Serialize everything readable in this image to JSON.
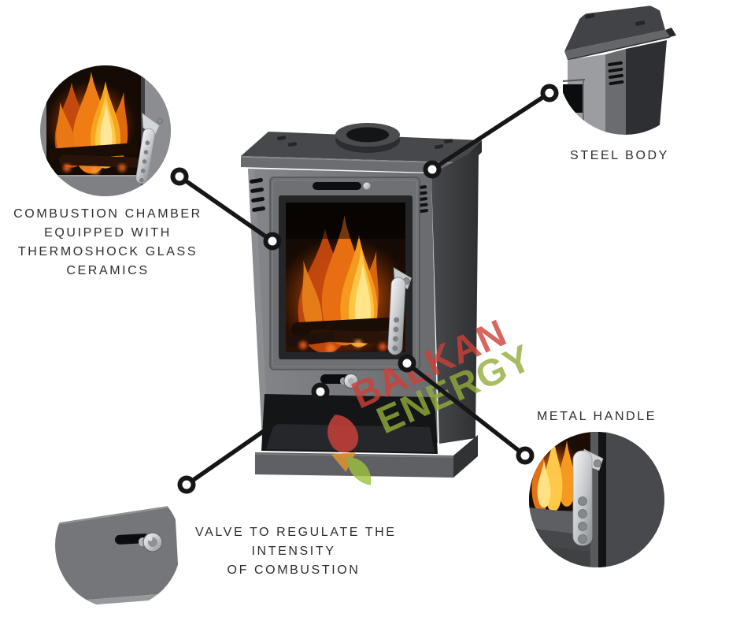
{
  "labels": {
    "combustion": {
      "lines": [
        "COMBUSTION CHAMBER",
        "EQUIPPED WITH",
        "THERMOSHOCK GLASS",
        "CERAMICS"
      ]
    },
    "steel": {
      "lines": [
        "STEEL BODY"
      ]
    },
    "handle": {
      "lines": [
        "METAL HANDLE"
      ]
    },
    "valve": {
      "lines": [
        "VALVE TO REGULATE THE",
        "INTENSITY",
        "OF COMBUSTION"
      ]
    }
  },
  "logo": {
    "line1": "BALKAN",
    "line2": "ENERGY"
  },
  "colors": {
    "background": "#ffffff",
    "label_text": "#2d2d2d",
    "connector": "#161616",
    "stove_body_gray": "#707275",
    "stove_side_gray": "#3a3c3f",
    "fire_orange": "#ee7d14",
    "fire_yellow": "#ffc94a",
    "handle_silver": "#d7dadd",
    "logo_red": "#cf4038",
    "logo_green": "#93ad3a",
    "logo_orange": "#e8962c"
  }
}
